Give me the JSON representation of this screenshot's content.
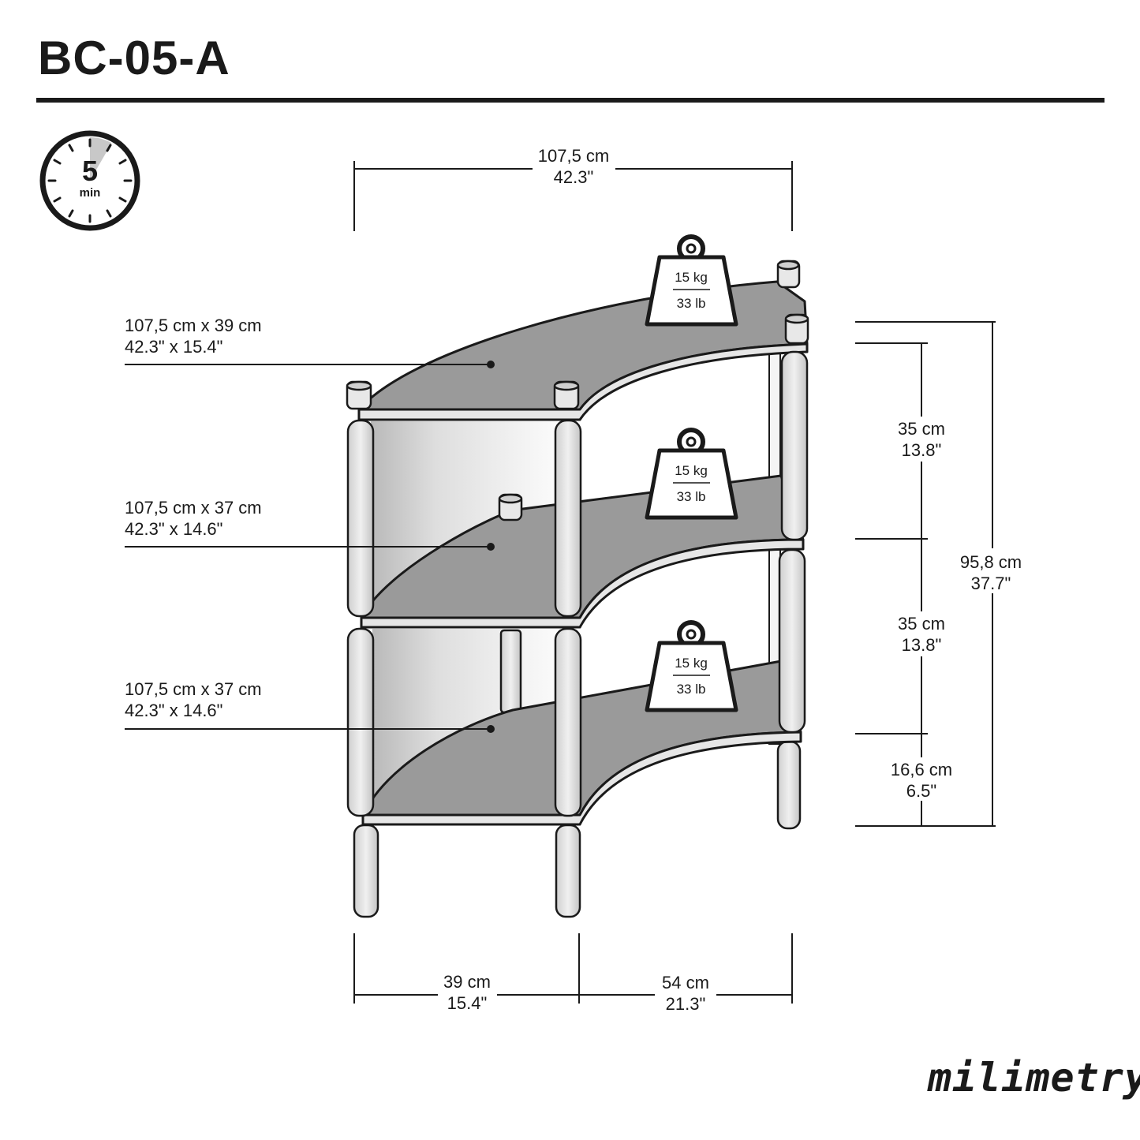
{
  "title": "BC-05-A",
  "logo": "milimetry",
  "timer": {
    "value": "5",
    "unit": "min",
    "icon": "stopwatch-icon"
  },
  "dimensions": {
    "overall_width": {
      "cm": "107,5 cm",
      "in": "42.3\""
    },
    "overall_height": {
      "cm": "95,8 cm",
      "in": "37.7\""
    },
    "shelf_spacing_1": {
      "cm": "35 cm",
      "in": "13.8\""
    },
    "shelf_spacing_2": {
      "cm": "35 cm",
      "in": "13.8\""
    },
    "leg_height": {
      "cm": "16,6 cm",
      "in": "6.5\""
    },
    "depth_left": {
      "cm": "39 cm",
      "in": "15.4\""
    },
    "depth_right": {
      "cm": "54 cm",
      "in": "21.3\""
    }
  },
  "shelves": [
    {
      "cm": "107,5 cm x 39 cm",
      "in": "42.3\" x 15.4\""
    },
    {
      "cm": "107,5 cm x 37 cm",
      "in": "42.3\" x 14.6\""
    },
    {
      "cm": "107,5 cm x 37 cm",
      "in": "42.3\" x 14.6\""
    }
  ],
  "load_per_shelf": [
    {
      "kg": "15 kg",
      "lb": "33 lb"
    },
    {
      "kg": "15 kg",
      "lb": "33 lb"
    },
    {
      "kg": "15 kg",
      "lb": "33 lb"
    }
  ],
  "colors": {
    "ink": "#1a1a1a",
    "shelf": "#9a9a9a",
    "post": "#d9d9d9"
  }
}
